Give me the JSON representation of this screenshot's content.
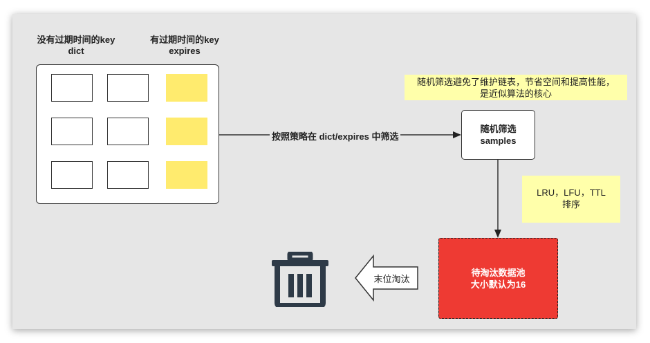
{
  "labels": {
    "no_expire_line1": "没有过期时间的key",
    "no_expire_line2": "dict",
    "with_expire_line1": "有过期时间的key",
    "with_expire_line2": "expires"
  },
  "edge": {
    "select_label": "按照策略在 dict/expires 中筛选",
    "evict_label": "末位淘汰"
  },
  "notes": {
    "random_line1": "随机筛选避免了维护链表，节省空间和提高性能，",
    "random_line2": "是近似算法的核心",
    "sort_line1": "LRU，LFU，TTL",
    "sort_line2": "排序"
  },
  "samples_box": {
    "line1": "随机筛选",
    "line2": "samples"
  },
  "pool_box": {
    "line1": "待淘汰数据池",
    "line2": "大小默认为16"
  },
  "icons": {
    "trash": "trash-icon"
  },
  "colors": {
    "expires_cell": "#ffeb6e",
    "pool_fill": "#ee3a33",
    "note_fill": "#ffffaa",
    "background": "#e6e6e6"
  }
}
